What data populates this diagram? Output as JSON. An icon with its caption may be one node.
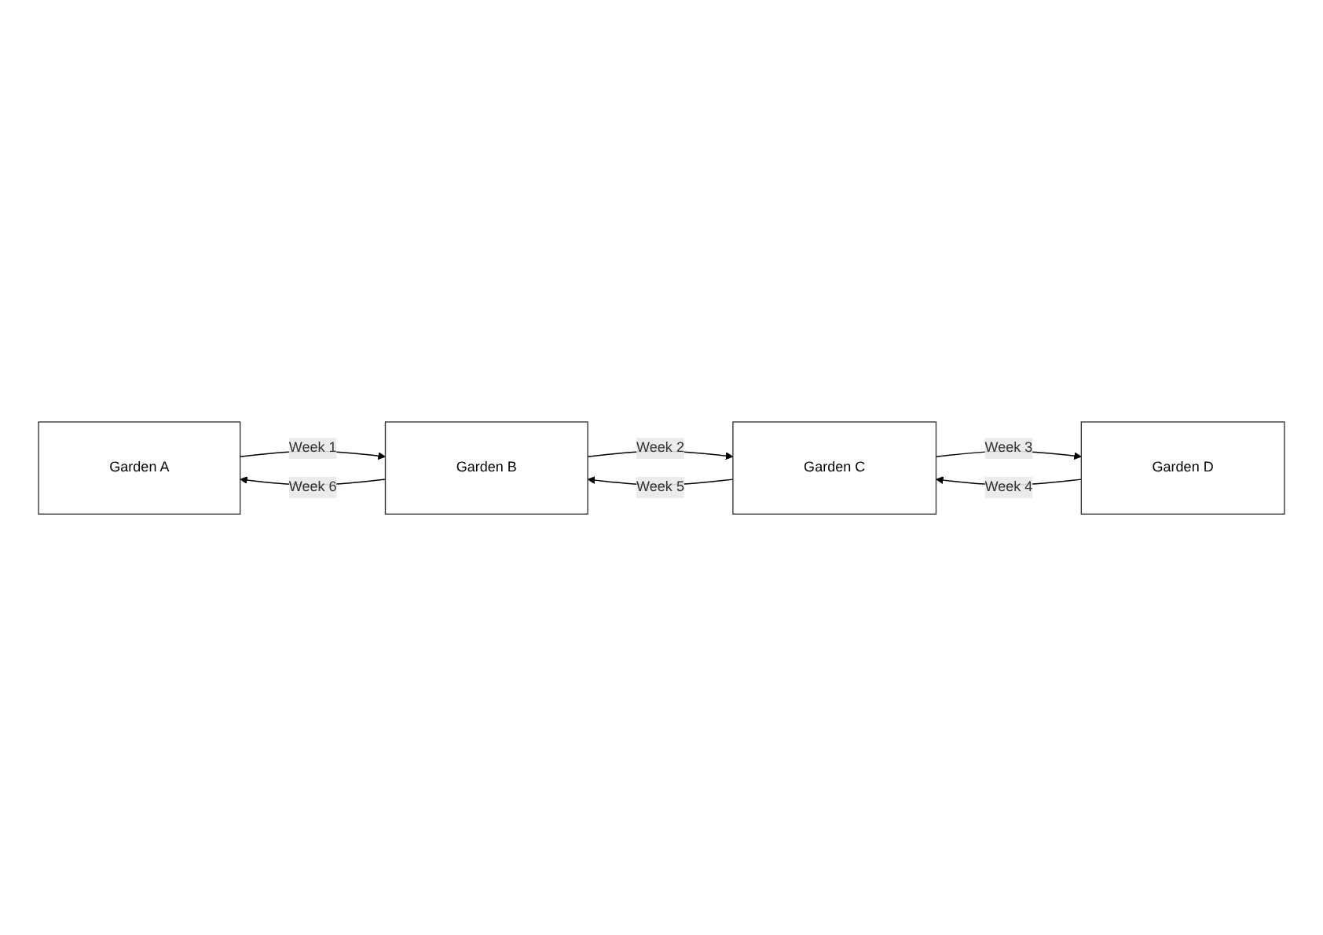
{
  "diagram": {
    "nodes": [
      {
        "text": [
          "Garden A"
        ]
      },
      {
        "text": [
          "Garden B"
        ]
      },
      {
        "text": [
          "Garden C"
        ]
      },
      {
        "text": [
          "Garden D"
        ]
      }
    ],
    "edges": [
      {
        "from": 0,
        "to": 1,
        "arrow": "to",
        "label": "Week 1"
      },
      {
        "from": 1,
        "to": 2,
        "arrow": "to",
        "label": "Week 2"
      },
      {
        "from": 2,
        "to": 3,
        "arrow": "to",
        "label": "Week 3"
      },
      {
        "from": 3,
        "to": 2,
        "arrow": "to",
        "label": "Week 4"
      },
      {
        "from": 2,
        "to": 1,
        "arrow": "to",
        "label": "Week 5"
      },
      {
        "from": 1,
        "to": 0,
        "arrow": "to",
        "label": "Week 6"
      }
    ]
  }
}
